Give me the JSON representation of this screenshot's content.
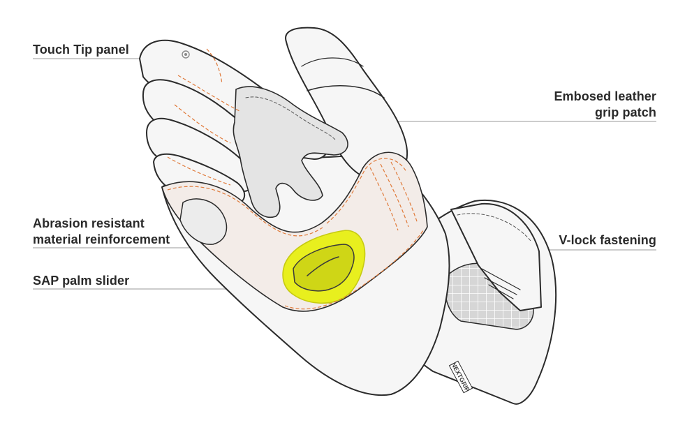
{
  "labels": {
    "touch_tip": "Touch Tip panel",
    "grip_line1": "Embosed leather",
    "grip_line2": "grip patch",
    "abrasion_line1": "Abrasion resistant",
    "abrasion_line2": "material reinforcement",
    "vlock": "V-lock fastening",
    "sap": "SAP palm slider"
  },
  "brand_tag": "NEXTGRIP",
  "colors": {
    "outline": "#2b2b2b",
    "glove_fill": "#f6f6f6",
    "grip_patch": "#e4e4e4",
    "stitch_orange": "#e07a3a",
    "slider_yellow": "#e8ef1e",
    "mesh": "#d2d2d2",
    "leader_line": "#9a9a9a"
  },
  "icons": {
    "touch_tip": "touch-tip-icon"
  }
}
